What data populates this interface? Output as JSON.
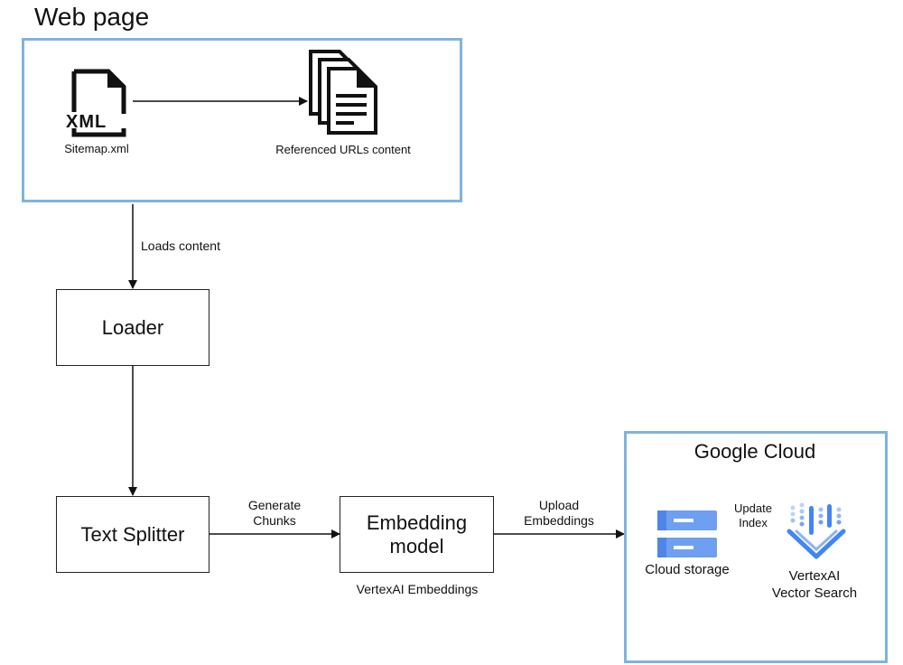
{
  "web_page": {
    "title": "Web page",
    "sitemap_icon_text": "XML",
    "sitemap_label": "Sitemap.xml",
    "urls_label": "Referenced URLs content"
  },
  "edges": {
    "loads_content": "Loads content",
    "generate_chunks": [
      "Generate",
      "Chunks"
    ],
    "upload_embeddings": [
      "Upload",
      "Embeddings"
    ],
    "update_index": [
      "Update",
      "Index"
    ]
  },
  "nodes": {
    "loader": "Loader",
    "text_splitter": "Text Splitter",
    "embedding_model": [
      "Embedding",
      "model"
    ],
    "embedding_caption": "VertexAI Embeddings"
  },
  "google_cloud": {
    "title": "Google Cloud",
    "storage_label": "Cloud storage",
    "vector_search_label": [
      "VertexAI",
      "Vector Search"
    ]
  },
  "colors": {
    "frame": "#7fb3e0",
    "storage_blue": "#6e9ff0",
    "vector_blue": "#4285f4"
  }
}
